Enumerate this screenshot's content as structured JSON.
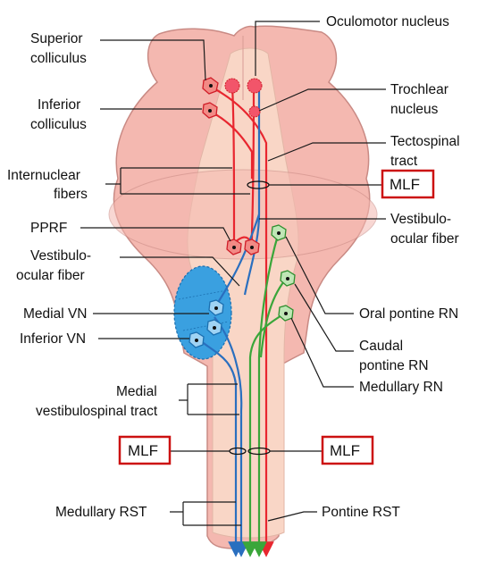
{
  "labels": {
    "oculomotor_nucleus": "Oculomotor nucleus",
    "superior_colliculus": [
      "Superior",
      "colliculus"
    ],
    "inferior_colliculus": [
      "Inferior",
      "colliculus"
    ],
    "trochlear_nucleus": [
      "Trochlear",
      "nucleus"
    ],
    "tectospinal_tract": [
      "Tectospinal",
      "tract"
    ],
    "internuclear_fibers": [
      "Internuclear",
      "fibers"
    ],
    "mlf_right": "MLF",
    "pprf": "PPRF",
    "vestibulo_ocular_fiber_right": [
      "Vestibulo-",
      "ocular fiber"
    ],
    "vestibulo_ocular_fiber_left": [
      "Vestibulo-",
      "ocular fiber"
    ],
    "oral_pontine_rn": "Oral pontine RN",
    "medial_vn": "Medial VN",
    "inferior_vn": "Inferior VN",
    "caudal_pontine_rn": [
      "Caudal",
      "pontine RN"
    ],
    "medullary_rn": "Medullary RN",
    "medial_vestibulospinal_tract": [
      "Medial",
      "vestibulospinal tract"
    ],
    "mlf_left_box": "MLF",
    "mlf_right_box": "MLF",
    "medullary_rst": "Medullary RST",
    "pontine_rst": "Pontine RST"
  },
  "colors": {
    "red_pathway": "#e8262f",
    "blue_pathway": "#2a6fbf",
    "green_pathway": "#3aa63a",
    "vestibular_nuclei": "#3aa0e0",
    "brainstem_fill": "#f4b8b0",
    "brainstem_outline": "#c98a84",
    "medulla_fill": "#f9d6c6",
    "box_border": "#cc1111"
  }
}
